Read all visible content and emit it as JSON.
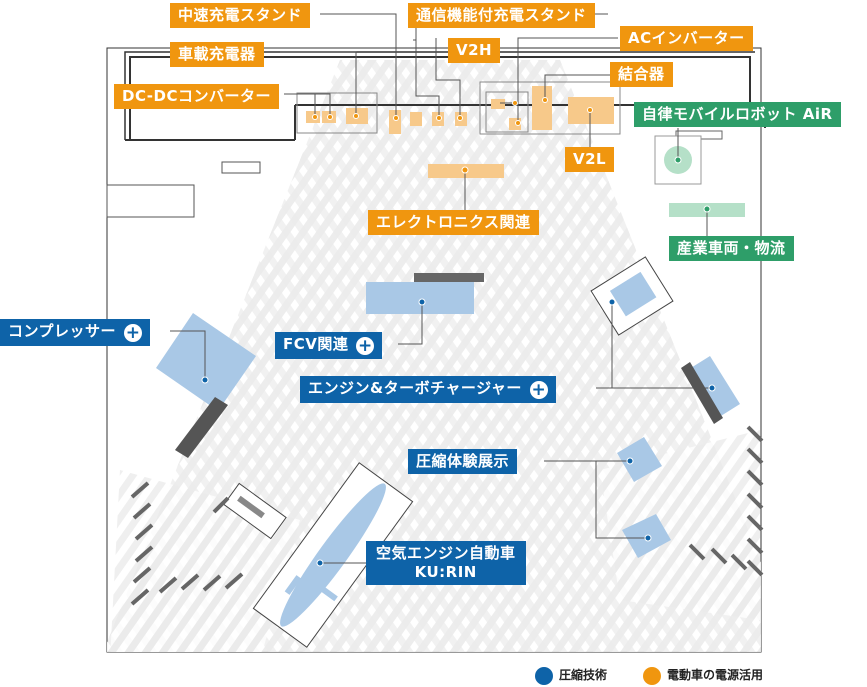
{
  "labels": {
    "fast_charger": "中速充電スタンド",
    "comm_charger": "通信機能付充電スタンド",
    "onboard_charger": "車載充電器",
    "v2h": "V2H",
    "ac_inverter": "ACインバーター",
    "dcdc": "DC-DCコンバーター",
    "coupler": "結合器",
    "robot": "自律モバイルロボット AiR",
    "v2l": "V2L",
    "electronics": "エレクトロニクス関連",
    "industrial": "産業車両・物流",
    "compressor": "コンプレッサー",
    "fcv": "FCV関連",
    "engine_turbo": "エンジン&ターボチャージャー",
    "compression_demo": "圧縮体験展示",
    "air_car_line1": "空気エンジン自動車",
    "air_car_line2": "KU:RIN"
  },
  "legend": {
    "compression": "圧縮技術",
    "ev_power": "電動車の電源活用"
  },
  "colors": {
    "orange": "#f0960f",
    "blue": "#0e63a8",
    "green": "#2e9e69",
    "light_blue": "#a9c8e6",
    "light_orange": "#f7c98a"
  },
  "icons": {
    "plus": "plus-circle-icon"
  }
}
